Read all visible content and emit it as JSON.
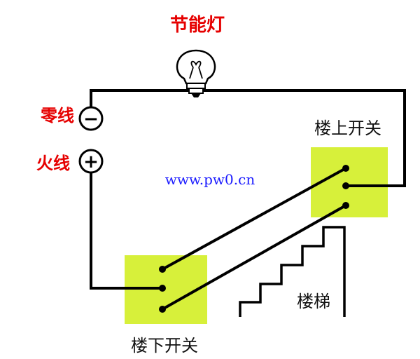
{
  "labels": {
    "lamp": "节能灯",
    "neutral": "零线",
    "live": "火线",
    "upstairs_switch": "楼上开关",
    "downstairs_switch": "楼下开关",
    "stairs": "楼梯",
    "watermark": "www.pw0.cn"
  },
  "symbols": {
    "neutral_terminal": "−",
    "live_terminal": "+"
  },
  "colors": {
    "switch_fill": "#d7f03a",
    "wire": "#000000",
    "label_red": "#e60000",
    "watermark": "#1a1aff"
  },
  "icons": {
    "lamp": "light-bulb-icon",
    "stairs": "staircase-icon"
  }
}
